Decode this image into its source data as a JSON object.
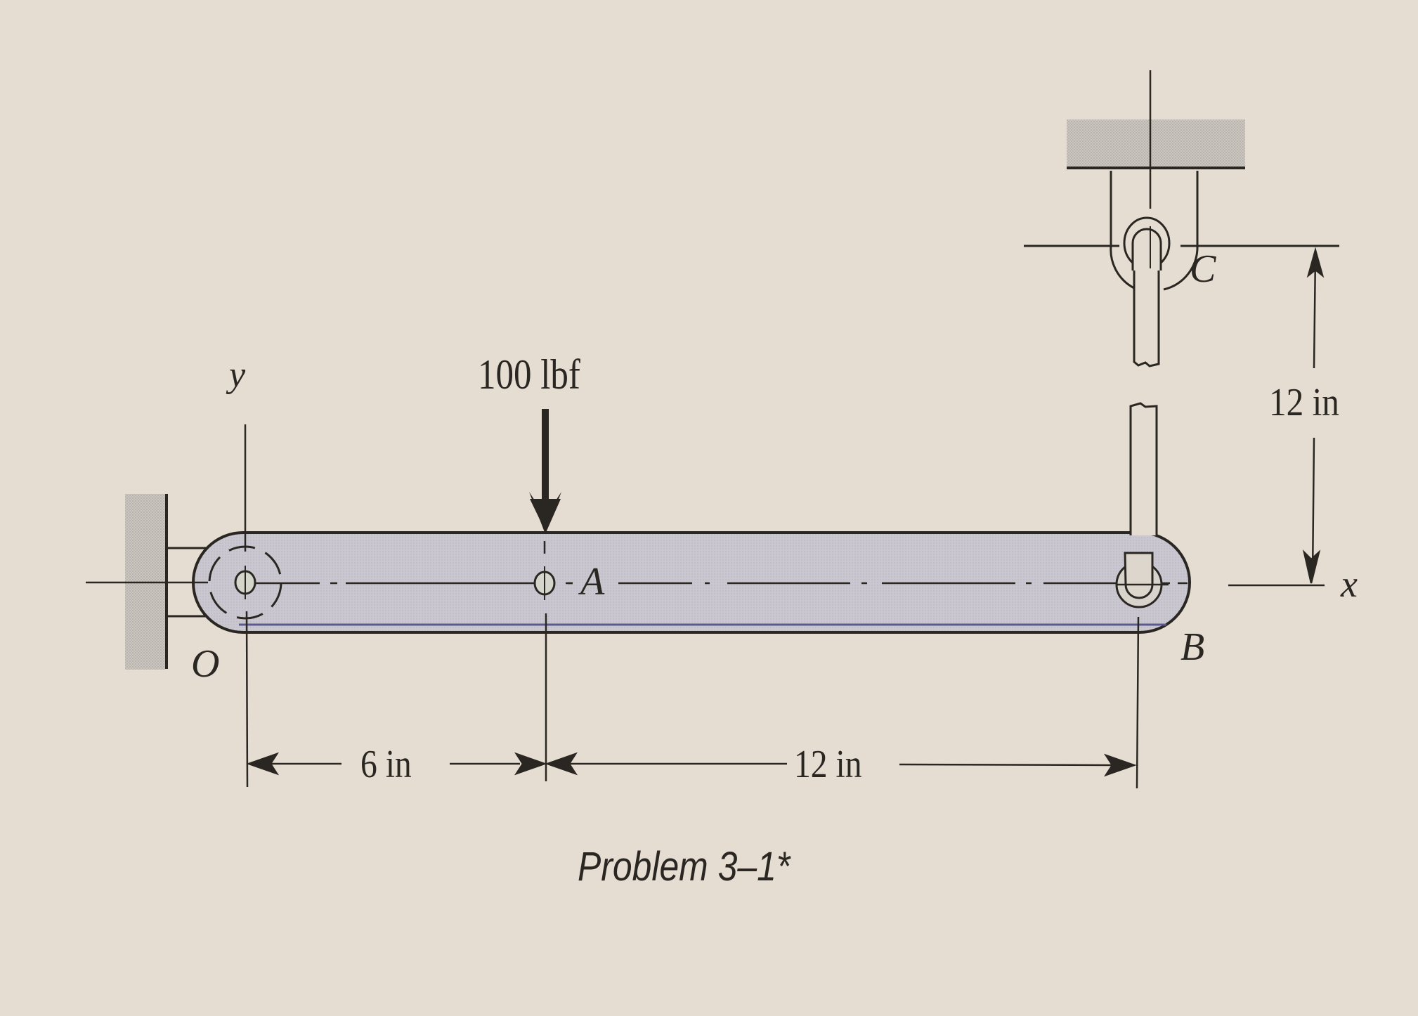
{
  "figure": {
    "caption": "Problem 3–1*",
    "load": {
      "label": "100 lbf",
      "value": 100,
      "unit": "lbf",
      "direction": "down",
      "applied_at": "A"
    },
    "points": {
      "O": {
        "label": "O"
      },
      "A": {
        "label": "A"
      },
      "B": {
        "label": "B"
      },
      "C": {
        "label": "C"
      }
    },
    "axes": {
      "x_label": "x",
      "y_label": "y"
    },
    "dimensions": {
      "OA": {
        "label": "6 in",
        "value": 6,
        "unit": "in"
      },
      "AB": {
        "label": "12 in",
        "value": 12,
        "unit": "in"
      },
      "BC": {
        "label": "12 in",
        "value": 12,
        "unit": "in"
      }
    },
    "colors": {
      "paper": "#e6ddd2",
      "ink": "#2a2622",
      "bar_fill": "#c9c6cf",
      "bar_edge_accent": "#5b5a8e",
      "hatch": "#c4c0bb"
    }
  }
}
